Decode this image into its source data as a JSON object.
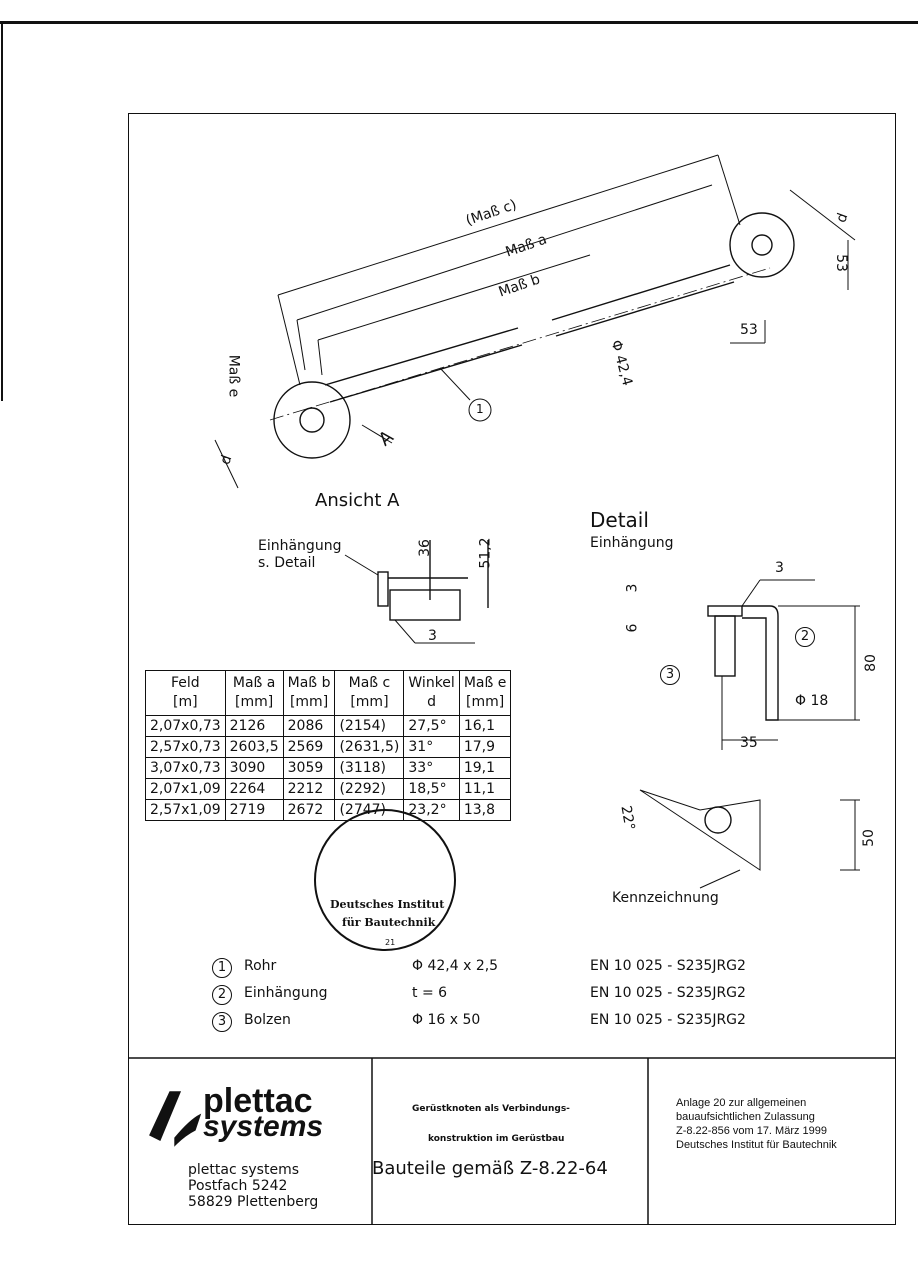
{
  "drawing": {
    "mass_c": "(Maß c)",
    "mass_a": "Maß a",
    "mass_b": "Maß b",
    "mass_e": "Maß e",
    "d1": "d",
    "d2": "d",
    "view_arrow": "A",
    "diameter": "Φ 42,4",
    "dim_53a": "53",
    "dim_53b": "53",
    "part_1": "1"
  },
  "ansicht": {
    "title": "Ansicht A",
    "einh_label_1": "Einhängung",
    "einh_label_2": "s. Detail",
    "dim_36": "36",
    "dim_512": "51,2",
    "weld": "3"
  },
  "detail": {
    "title": "Detail",
    "subtitle": "Einhängung",
    "weld": "3",
    "dim_3": "3",
    "dim_6": "6",
    "part_2": "2",
    "part_3": "3",
    "dim_80": "80",
    "dim_18": "Φ 18",
    "dim_35": "35",
    "angle": "22°",
    "dim_50": "50",
    "kennzeichnung": "Kennzeichnung"
  },
  "table": {
    "headers": [
      [
        "Feld",
        "[m]"
      ],
      [
        "Maß a",
        "[mm]"
      ],
      [
        "Maß b",
        "[mm]"
      ],
      [
        "Maß c",
        "[mm]"
      ],
      [
        "Winkel",
        "d"
      ],
      [
        "Maß e",
        "[mm]"
      ]
    ],
    "rows": [
      [
        "2,07x0,73",
        "2126",
        "2086",
        "(2154)",
        "27,5°",
        "16,1"
      ],
      [
        "2,57x0,73",
        "2603,5",
        "2569",
        "(2631,5)",
        "31°",
        "17,9"
      ],
      [
        "3,07x0,73",
        "3090",
        "3059",
        "(3118)",
        "33°",
        "19,1"
      ],
      [
        "2,07x1,09",
        "2264",
        "2212",
        "(2292)",
        "18,5°",
        "11,1"
      ],
      [
        "2,57x1,09",
        "2719",
        "2672",
        "(2747)",
        "23,2°",
        "13,8"
      ]
    ]
  },
  "stamp": {
    "line1": "Deutsches Institut",
    "line2": "für Bautechnik",
    "number": "21"
  },
  "parts": [
    {
      "num": "1",
      "name": "Rohr",
      "dim": "Φ 42,4 x 2,5",
      "material": "EN 10 025 - S235JRG2"
    },
    {
      "num": "2",
      "name": "Einhängung",
      "dim": "t = 6",
      "material": "EN 10 025 - S235JRG2"
    },
    {
      "num": "3",
      "name": "Bolzen",
      "dim": "Φ 16 x 50",
      "material": "EN 10 025 - S235JRG2"
    }
  ],
  "titleblock": {
    "logo_1": "plettac",
    "logo_2": "systems",
    "address": [
      "plettac systems",
      "Postfach 5242",
      "58829 Plettenberg"
    ],
    "desc_1": "Gerüstknoten als Verbindungs-",
    "desc_2": "konstruktion im Gerüstbau",
    "desc_3": "Bauteile gemäß Z-8.22-64",
    "approval": [
      "Anlage 20 zur allgemeinen",
      "bauaufsichtlichen Zulassung",
      "Z-8.22-856 vom 17. März 1999",
      "Deutsches Institut für Bautechnik"
    ]
  }
}
